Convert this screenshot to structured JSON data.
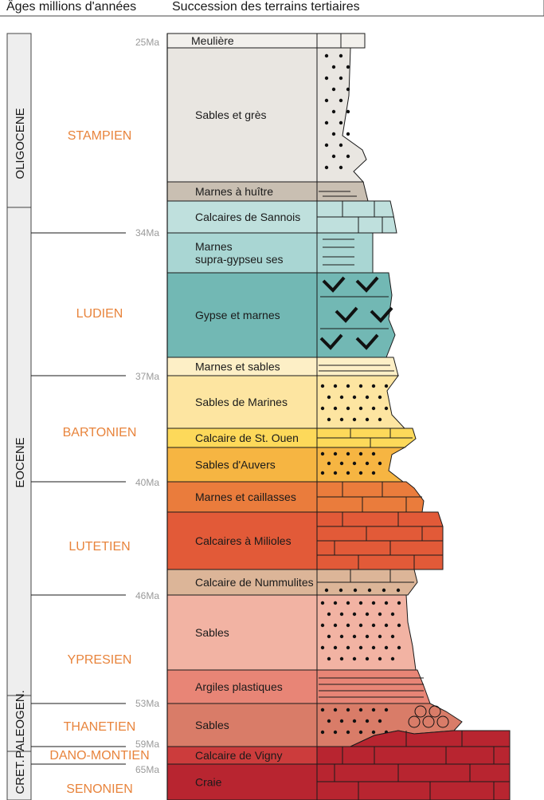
{
  "header": {
    "ages_title": "Âges millions d'années",
    "succession_title": "Succession des terrains tertiaires"
  },
  "periods": [
    {
      "label": "OLIGOCENE"
    },
    {
      "label": "EOCENE"
    },
    {
      "label": "PALEOGEN."
    },
    {
      "label": "CRET."
    }
  ],
  "ages": [
    {
      "label": "25Ma"
    },
    {
      "label": "34Ma"
    },
    {
      "label": "37Ma"
    },
    {
      "label": "40Ma"
    },
    {
      "label": "46Ma"
    },
    {
      "label": "53Ma"
    },
    {
      "label": "59Ma"
    },
    {
      "label": "65Ma"
    }
  ],
  "stages": [
    {
      "label": "STAMPIEN"
    },
    {
      "label": "LUDIEN"
    },
    {
      "label": "BARTONIEN"
    },
    {
      "label": "LUTETIEN"
    },
    {
      "label": "YPRESIEN"
    },
    {
      "label": "THANETIEN"
    },
    {
      "label": "DANO-MONTIEN"
    },
    {
      "label": "SENONIEN"
    }
  ],
  "layers": [
    {
      "label": "Meulière",
      "color": "#f2f0ec"
    },
    {
      "label": "Sables et grès",
      "color": "#e9e6e1"
    },
    {
      "label": "Marnes à huître",
      "color": "#c9bfb2"
    },
    {
      "label": "Calcaires de Sannois",
      "color": "#bfe0dd"
    },
    {
      "label": "Marnes\nsupra-gypseu ses",
      "color": "#a9d6d3"
    },
    {
      "label": "Gypse et marnes",
      "color": "#72b8b4"
    },
    {
      "label": "Marnes et sables",
      "color": "#fdefc6"
    },
    {
      "label": "Sables de Marines",
      "color": "#fde5a1"
    },
    {
      "label": "Calcaire de St. Ouen",
      "color": "#fdd95a"
    },
    {
      "label": "Sables d'Auvers",
      "color": "#f6b542"
    },
    {
      "label": "Marnes et caillasses",
      "color": "#ea7c3c"
    },
    {
      "label": "Calcaires à Milioles",
      "color": "#e25a38"
    },
    {
      "label": "Calcaire de Nummulites",
      "color": "#dcb598"
    },
    {
      "label": "Sables",
      "color": "#f2b3a3"
    },
    {
      "label": "Argiles plastiques",
      "color": "#e88576"
    },
    {
      "label": "Sables",
      "color": "#d97c68"
    },
    {
      "label": "Calcaire de Vigny",
      "color": "#cc3c3c"
    },
    {
      "label": "Craie",
      "color": "#b82530"
    }
  ],
  "colors": {
    "stage_label": "#e8843c",
    "age_label": "#9a9a9a",
    "line": "#1a1a1a",
    "column_fill": "#ffffff"
  }
}
